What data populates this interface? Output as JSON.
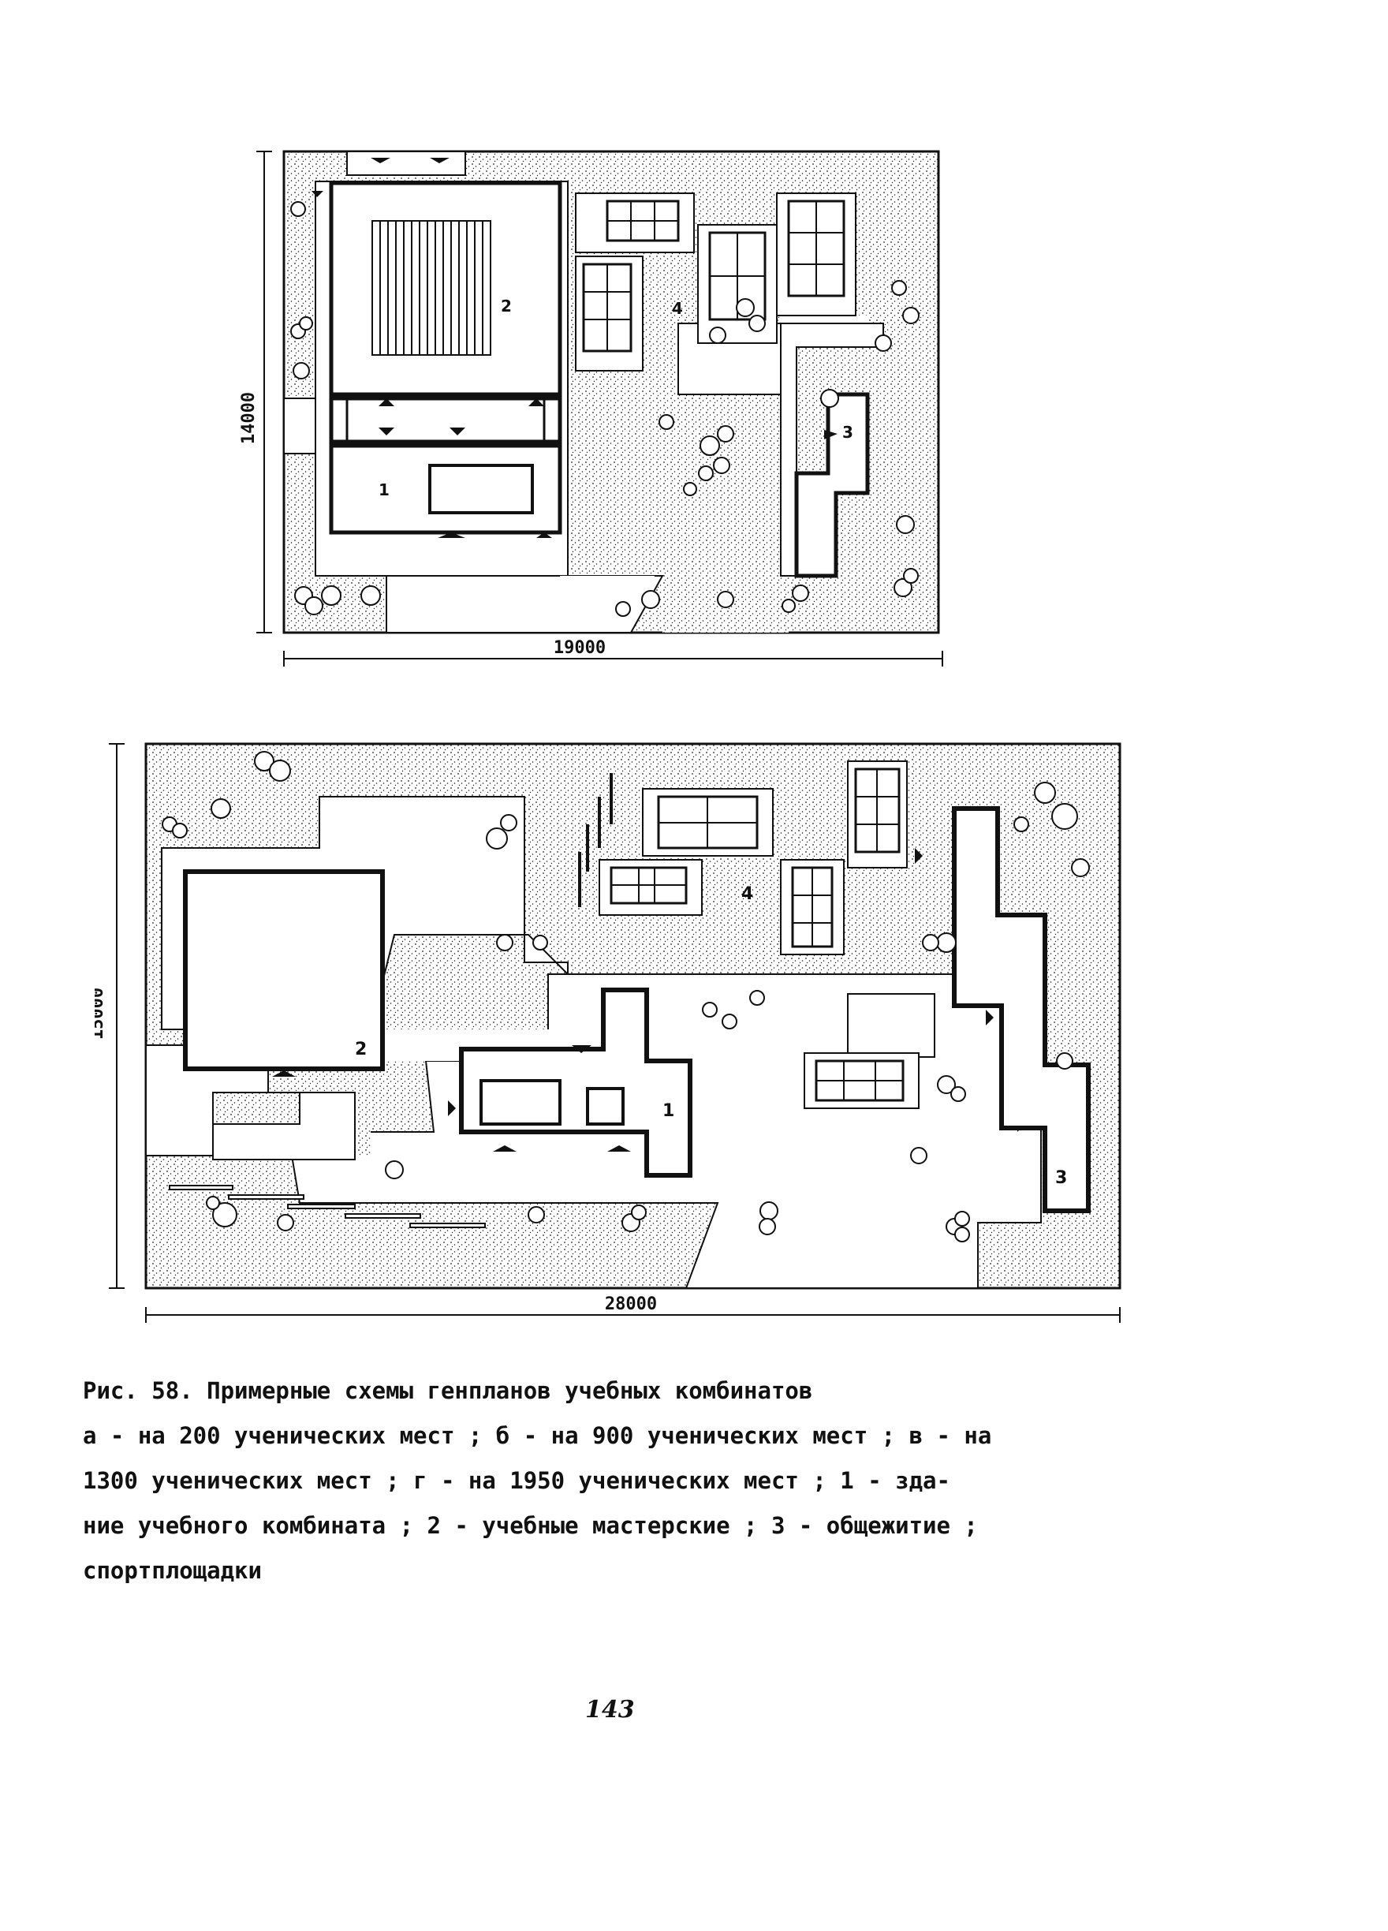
{
  "plan_a": {
    "width_dim": "19000",
    "height_dim": "14000",
    "labels": {
      "one": "1",
      "two": "2",
      "three": "3",
      "four": "4"
    }
  },
  "plan_b": {
    "width_dim": "28000",
    "height_dim": "15000",
    "labels": {
      "one": "1",
      "two": "2",
      "three": "3",
      "four": "4"
    }
  },
  "caption": {
    "lines": [
      "Рис. 58. Примерные схемы генпланов учебных комбинатов",
      "а - на 200 ученических мест ; б - на 900 ученических мест ; в - на",
      "1300 ученических мест ; г - на 1950 ученических мест ; 1 - зда-",
      "ние учебного комбината ; 2 - учебные мастерские ; 3 - общежитие ;",
      "спортплощадки"
    ]
  },
  "page_number": "143",
  "colors": {
    "ink": "#111111",
    "paper": "#ffffff"
  }
}
